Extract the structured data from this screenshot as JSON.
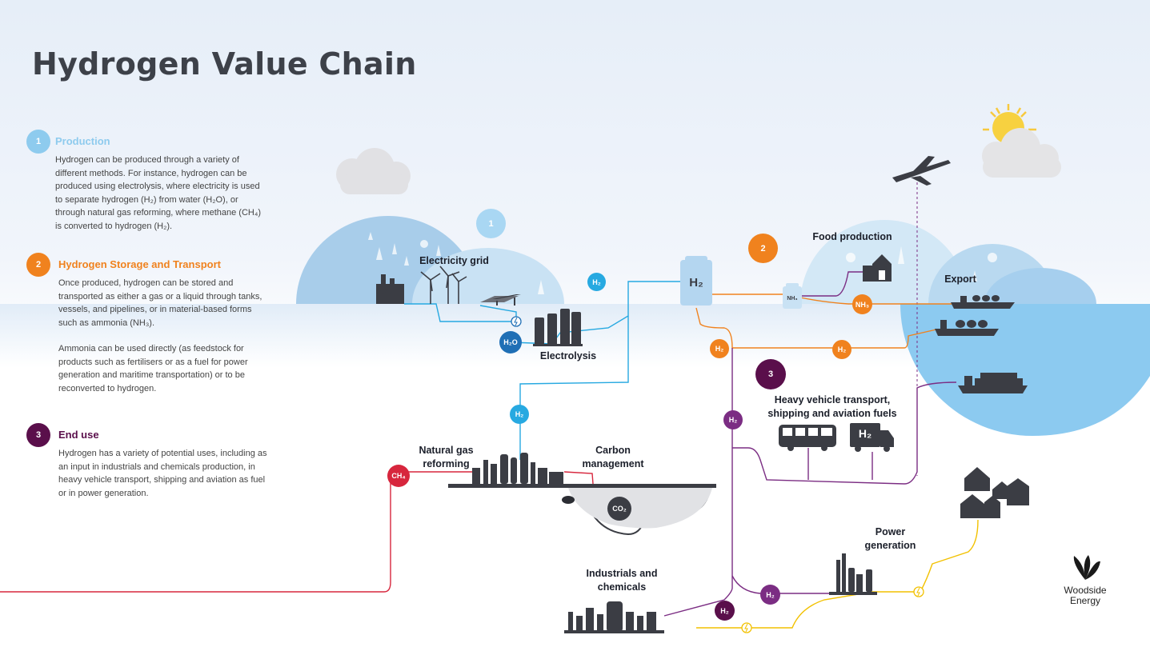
{
  "title": "Hydrogen Value Chain",
  "colors": {
    "production": "#8ecbee",
    "storage": "#f0821e",
    "end_use": "#5a0f4b",
    "h2_line": "#27a9e1",
    "ch4": "#d7263d",
    "purple": "#7b2d83",
    "yellow": "#f2c100",
    "water": "#8ccaf0",
    "dark_node": "#1f6fb5",
    "industrial": "#3b3d44"
  },
  "sections": [
    {
      "number": "1",
      "title": "Production",
      "paragraphs": [
        "Hydrogen can be produced through a variety of different methods. For instance, hydrogen can be produced using electrolysis, where electricity is used to separate hydrogen (H₂) from water (H₂O), or through natural gas reforming, where methane (CH₄) is converted to hydrogen (H₂)."
      ]
    },
    {
      "number": "2",
      "title": "Hydrogen Storage and Transport",
      "paragraphs": [
        "Once produced, hydrogen can be stored and transported as either a gas or a liquid through tanks, vessels, and pipelines, or in material-based forms such as ammonia (NH₃).",
        "Ammonia can be used directly (as feedstock for products such as fertilisers or as a fuel for power generation and maritime transportation) or to be reconverted to hydrogen."
      ]
    },
    {
      "number": "3",
      "title": "End use",
      "paragraphs": [
        "Hydrogen has a variety of potential uses, including as an input in industrials and chemicals production, in heavy vehicle transport, shipping and aviation as fuel or in power generation."
      ]
    }
  ],
  "diagram": {
    "step_badges": [
      "1",
      "2",
      "3"
    ],
    "labels": {
      "electricity_grid": "Electricity grid",
      "electrolysis": "Electrolysis",
      "food_production": "Food production",
      "export": "Export",
      "heavy_vehicle": "Heavy vehicle transport,\nshipping and aviation fuels",
      "natural_gas": "Natural gas\nreforming",
      "carbon": "Carbon\nmanagement",
      "industrials": "Industrials and\nchemicals",
      "power": "Power\ngeneration"
    },
    "nodes": {
      "h2": "H₂",
      "h2o": "H₂O",
      "ch4": "CH₄",
      "nh3": "NH₃",
      "co2": "CO₂",
      "h2_tank": "H₂",
      "nh3_tank": "NH₃",
      "truck_h2": "H₂"
    },
    "icons": [
      "factory-icon",
      "wind-turbine-icon",
      "solar-panel-icon",
      "electrolyser-icon",
      "hydrogen-tank-icon",
      "ammonia-tank-icon",
      "barn-icon",
      "airplane-icon",
      "sun-icon",
      "cloud-icon",
      "ship-icon",
      "container-ship-icon",
      "bus-icon",
      "truck-icon",
      "refinery-icon",
      "power-plant-icon",
      "houses-icon",
      "lightning-icon"
    ]
  },
  "logo": {
    "text": "Woodside\nEnergy"
  }
}
